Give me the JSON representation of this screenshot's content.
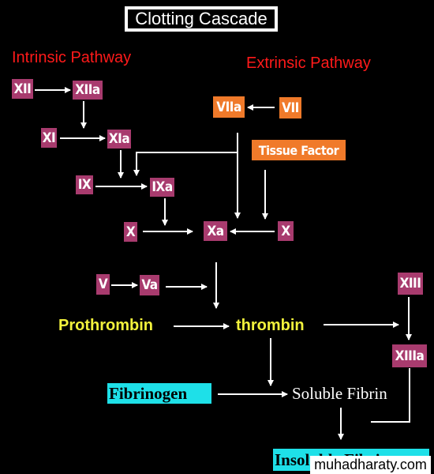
{
  "title": "Clotting Cascade",
  "pathways": {
    "intrinsic": "Intrinsic Pathway",
    "extrinsic": "Extrinsic Pathway"
  },
  "factors": {
    "xii": "XII",
    "xiia": "XIIa",
    "xi": "XI",
    "xia": "XIa",
    "ix": "IX",
    "ixa": "IXa",
    "x_left": "X",
    "xa": "Xa",
    "x_right": "X",
    "viia": "VIIa",
    "vii": "VII",
    "tissue_factor": "Tissue Factor",
    "v": "V",
    "va": "Va",
    "xiii": "XIII",
    "xiiia": "XIIIa"
  },
  "products": {
    "prothrombin": "Prothrombin",
    "thrombin": "thrombin",
    "fibrinogen": "Fibrinogen",
    "soluble_fibrin": "Soluble  Fibrin",
    "insoluble_fibrin": "Insoluble Fibrin"
  },
  "watermark": "muhadharaty.com",
  "colors": {
    "background": "#000000",
    "pathway_label": "#ff1a1a",
    "factor_box": "#a83b6e",
    "extrinsic_box": "#f07a2a",
    "yellow_text": "#f2f23c",
    "fibrin_box": "#1ee0e8",
    "arrow": "#ffffff"
  }
}
